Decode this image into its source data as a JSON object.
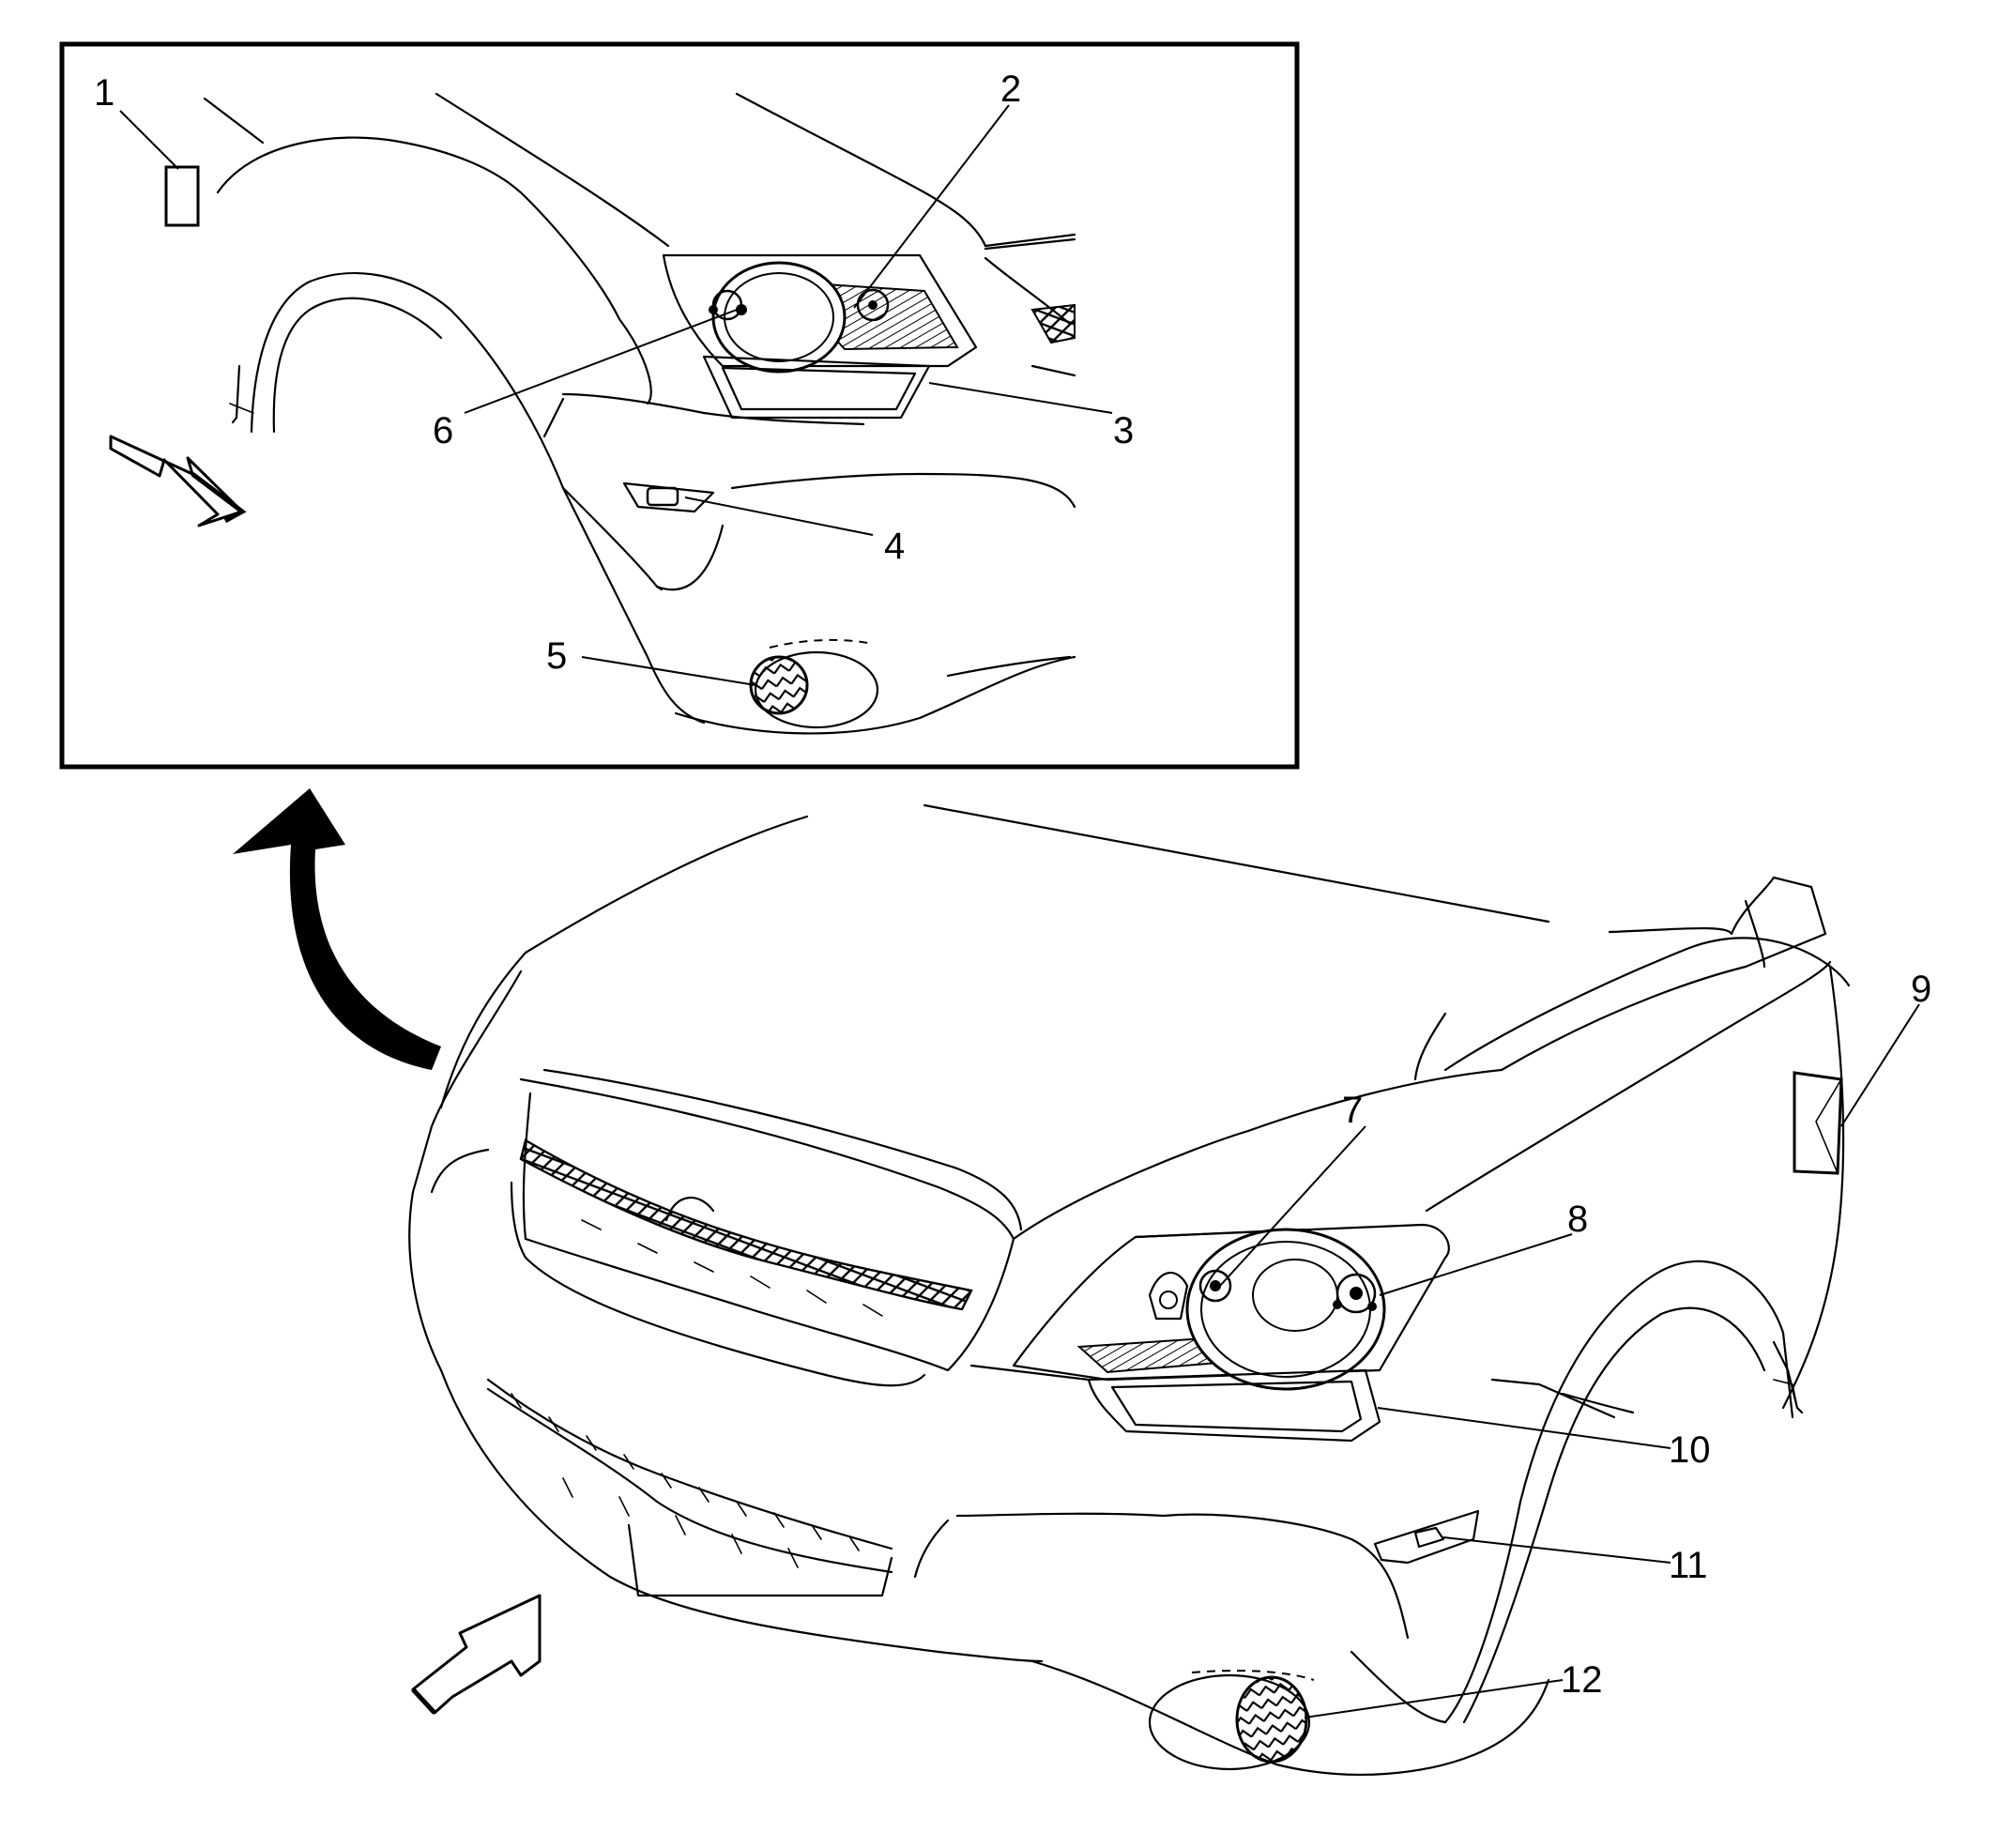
{
  "callouts": [
    {
      "id": "1",
      "label": "1"
    },
    {
      "id": "2",
      "label": "2"
    },
    {
      "id": "3",
      "label": "3"
    },
    {
      "id": "4",
      "label": "4"
    },
    {
      "id": "5",
      "label": "5"
    },
    {
      "id": "6",
      "label": "6"
    },
    {
      "id": "7",
      "label": "7"
    },
    {
      "id": "8",
      "label": "8"
    },
    {
      "id": "9",
      "label": "9"
    },
    {
      "id": "10",
      "label": "10"
    },
    {
      "id": "11",
      "label": "11"
    },
    {
      "id": "12",
      "label": "12"
    }
  ],
  "icons": {
    "inset_direction": "forward-arrow-icon",
    "main_direction": "forward-arrow-icon",
    "zoom_reference": "curved-arrow-icon"
  }
}
